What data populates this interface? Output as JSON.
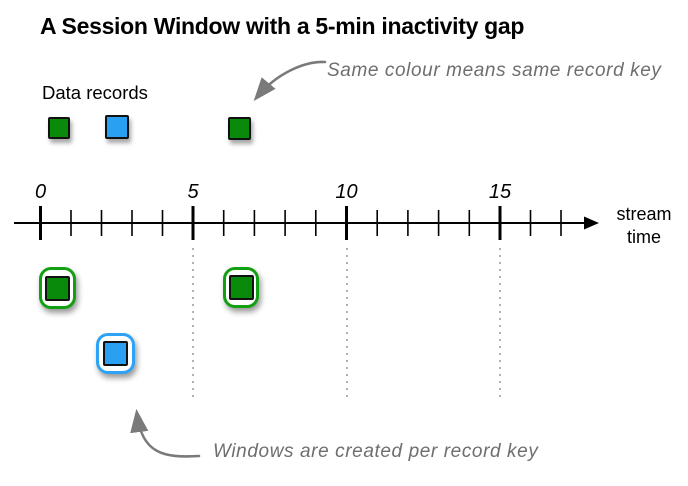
{
  "title": "A Session Window with a 5-min inactivity gap",
  "legend_label": "Data records",
  "annotations": {
    "same_colour": "Same colour means same record key",
    "windows_created": "Windows are created per record key"
  },
  "axis": {
    "tick_labels": [
      "0",
      "5",
      "10",
      "15"
    ],
    "unit_label_line1": "stream",
    "unit_label_line2": "time",
    "minor_tick_interval": 1,
    "major_tick_interval": 5,
    "range": [
      0,
      17
    ]
  },
  "records_top": [
    {
      "key_colour": "green"
    },
    {
      "key_colour": "blue"
    },
    {
      "key_colour": "green"
    }
  ],
  "session_windows": [
    {
      "key_colour": "green",
      "approx_stream_time": 0.5
    },
    {
      "key_colour": "blue",
      "approx_stream_time": 2.5
    },
    {
      "key_colour": "green",
      "approx_stream_time": 6.5
    }
  ],
  "gap_markers_at": [
    5,
    10,
    15
  ],
  "colors": {
    "green_fill": "#0a8a0a",
    "green_window_border": "#12a012",
    "blue_fill": "#29a0f2",
    "blue_window_border": "#2da3f6",
    "square_outline": "#111111",
    "handwriting_gray": "#6e6e6e",
    "dotted_gray": "#b0b0b0",
    "axis_black": "#000000"
  }
}
